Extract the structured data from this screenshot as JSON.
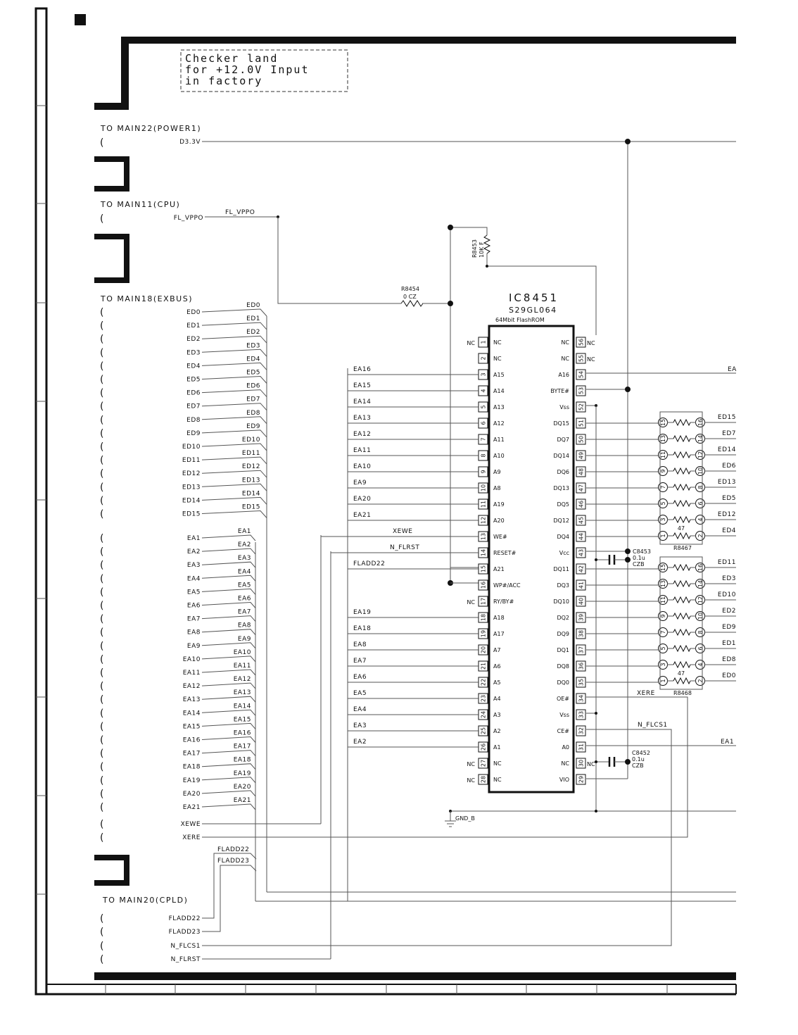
{
  "checker_note": [
    "Checker land",
    "for +12.0V Input",
    "in factory"
  ],
  "connectors": {
    "power": {
      "title": "TO MAIN22(POWER1)",
      "signals": [
        "D3.3V"
      ]
    },
    "cpu": {
      "title": "TO MAIN11(CPU)",
      "signals": [
        "FL_VPPO"
      ],
      "net": "FL_VPPO"
    },
    "exbus": {
      "title": "TO MAIN18(EXBUS)",
      "data": [
        "ED0",
        "ED1",
        "ED2",
        "ED3",
        "ED4",
        "ED5",
        "ED6",
        "ED7",
        "ED8",
        "ED9",
        "ED10",
        "ED11",
        "ED12",
        "ED13",
        "ED14",
        "ED15"
      ],
      "addr": [
        "EA1",
        "EA2",
        "EA3",
        "EA4",
        "EA5",
        "EA6",
        "EA7",
        "EA8",
        "EA9",
        "EA10",
        "EA11",
        "EA12",
        "EA13",
        "EA14",
        "EA15",
        "EA16",
        "EA17",
        "EA18",
        "EA19",
        "EA20",
        "EA21"
      ],
      "ctrl": [
        "XEWE",
        "XERE"
      ]
    },
    "cpld": {
      "title": "TO MAIN20(CPLD)",
      "signals": [
        "FLADD22",
        "FLADD23",
        "N_FLCS1",
        "N_FLRST"
      ],
      "nets": [
        "FLADD22",
        "FLADD23"
      ]
    }
  },
  "ic": {
    "ref": "IC8451",
    "part": "S29GL064",
    "desc": "64Mbit FlashROM",
    "left_pins": [
      {
        "n": "1",
        "name": "NC",
        "net": "",
        "ext": "NC"
      },
      {
        "n": "2",
        "name": "NC",
        "net": "",
        "ext": ""
      },
      {
        "n": "3",
        "name": "A15",
        "net": "EA16"
      },
      {
        "n": "4",
        "name": "A14",
        "net": "EA15"
      },
      {
        "n": "5",
        "name": "A13",
        "net": "EA14"
      },
      {
        "n": "6",
        "name": "A12",
        "net": "EA13"
      },
      {
        "n": "7",
        "name": "A11",
        "net": "EA12"
      },
      {
        "n": "8",
        "name": "A10",
        "net": "EA11"
      },
      {
        "n": "9",
        "name": "A9",
        "net": "EA10"
      },
      {
        "n": "10",
        "name": "A8",
        "net": "EA9"
      },
      {
        "n": "11",
        "name": "A19",
        "net": "EA20"
      },
      {
        "n": "12",
        "name": "A20",
        "net": "EA21"
      },
      {
        "n": "13",
        "name": "WE#",
        "net": "XEWE"
      },
      {
        "n": "14",
        "name": "RESET#",
        "net": "N_FLRST"
      },
      {
        "n": "15",
        "name": "A21",
        "net": "FLADD22"
      },
      {
        "n": "16",
        "name": "WP#/ACC",
        "net": ""
      },
      {
        "n": "17",
        "name": "RY/BY#",
        "net": "",
        "ext": "NC"
      },
      {
        "n": "18",
        "name": "A18",
        "net": "EA19"
      },
      {
        "n": "19",
        "name": "A17",
        "net": "EA18"
      },
      {
        "n": "20",
        "name": "A7",
        "net": "EA8"
      },
      {
        "n": "21",
        "name": "A6",
        "net": "EA7"
      },
      {
        "n": "22",
        "name": "A5",
        "net": "EA6"
      },
      {
        "n": "23",
        "name": "A4",
        "net": "EA5"
      },
      {
        "n": "24",
        "name": "A3",
        "net": "EA4"
      },
      {
        "n": "25",
        "name": "A2",
        "net": "EA3"
      },
      {
        "n": "26",
        "name": "A1",
        "net": "EA2"
      },
      {
        "n": "27",
        "name": "NC",
        "net": "",
        "ext": "NC"
      },
      {
        "n": "28",
        "name": "NC",
        "net": "",
        "ext": "NC"
      }
    ],
    "right_pins": [
      {
        "n": "56",
        "name": "NC",
        "ext": "NC"
      },
      {
        "n": "55",
        "name": "NC",
        "ext": "NC"
      },
      {
        "n": "54",
        "name": "A16"
      },
      {
        "n": "53",
        "name": "BYTE#"
      },
      {
        "n": "52",
        "name": "Vss"
      },
      {
        "n": "51",
        "name": "DQ15"
      },
      {
        "n": "50",
        "name": "DQ7"
      },
      {
        "n": "49",
        "name": "DQ14"
      },
      {
        "n": "48",
        "name": "DQ6"
      },
      {
        "n": "47",
        "name": "DQ13"
      },
      {
        "n": "46",
        "name": "DQ5"
      },
      {
        "n": "45",
        "name": "DQ12"
      },
      {
        "n": "44",
        "name": "DQ4"
      },
      {
        "n": "43",
        "name": "Vcc"
      },
      {
        "n": "42",
        "name": "DQ11"
      },
      {
        "n": "41",
        "name": "DQ3"
      },
      {
        "n": "40",
        "name": "DQ10"
      },
      {
        "n": "39",
        "name": "DQ2"
      },
      {
        "n": "38",
        "name": "DQ9"
      },
      {
        "n": "37",
        "name": "DQ1"
      },
      {
        "n": "36",
        "name": "DQ8"
      },
      {
        "n": "35",
        "name": "DQ0"
      },
      {
        "n": "34",
        "name": "OE#",
        "net": "XERE"
      },
      {
        "n": "33",
        "name": "Vss"
      },
      {
        "n": "32",
        "name": "CE#",
        "net": "N_FLCS1"
      },
      {
        "n": "31",
        "name": "A0"
      },
      {
        "n": "30",
        "name": "NC",
        "ext": "NC"
      },
      {
        "n": "29",
        "name": "VIO"
      }
    ]
  },
  "resistors": {
    "r8453": [
      "R8453",
      "10K F"
    ],
    "r8454": [
      "R8454",
      "0 CZ"
    ]
  },
  "arrays": [
    {
      "ref": "R8467",
      "value": "47",
      "left": [
        "15",
        "13",
        "11",
        "9",
        "7",
        "5",
        "3",
        "1"
      ],
      "right": [
        "16",
        "14",
        "12",
        "10",
        "8",
        "6",
        "4",
        "2"
      ],
      "nets": [
        "ED15",
        "ED7",
        "ED14",
        "ED6",
        "ED13",
        "ED5",
        "ED12",
        "ED4"
      ]
    },
    {
      "ref": "R8468",
      "value": "47",
      "left": [
        "15",
        "13",
        "11",
        "9",
        "7",
        "5",
        "3",
        "1"
      ],
      "right": [
        "16",
        "14",
        "12",
        "10",
        "8",
        "6",
        "4",
        "2"
      ],
      "nets": [
        "ED11",
        "ED3",
        "ED10",
        "ED2",
        "ED9",
        "ED1",
        "ED8",
        "ED0"
      ]
    }
  ],
  "caps": [
    {
      "ref": "C8453",
      "value": "0.1u",
      "type": "CZB"
    },
    {
      "ref": "C8452",
      "value": "0.1u",
      "type": "CZB"
    }
  ],
  "misc": {
    "a16_out": "EA",
    "a0_out": "EA1",
    "ground": "GND_B"
  }
}
